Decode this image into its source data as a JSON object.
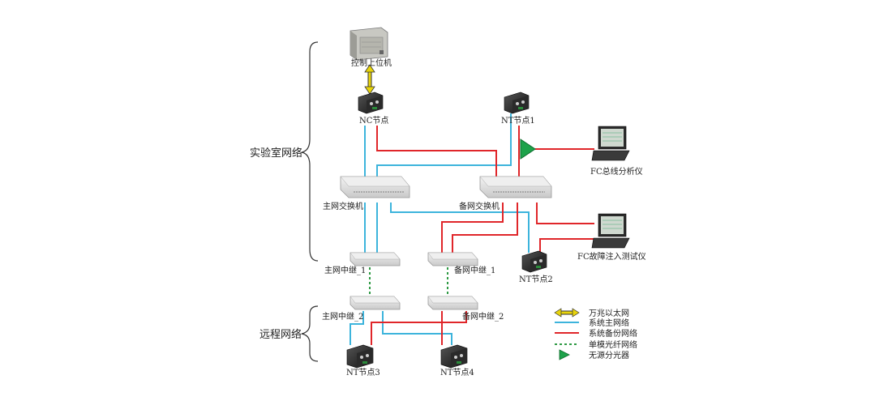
{
  "groups": {
    "lab": "实验室网络",
    "remote": "远程网络"
  },
  "devices": {
    "host": "控制上位机",
    "nc_node": "NC节点",
    "nt_node1": "NT节点1",
    "fc_analyzer": "FC总线分析仪",
    "main_switch": "主网交换机",
    "backup_switch": "备网交换机",
    "fc_injector": "FC故障注入测试仪",
    "main_relay1": "主网中继_1",
    "backup_relay1": "备网中继_1",
    "nt_node2": "NT节点2",
    "main_relay2": "主网中继_2",
    "backup_relay2": "备网中继_2",
    "nt_node3": "NT节点3",
    "nt_node4": "NT节点4"
  },
  "legend": [
    {
      "label": "万兆以太网",
      "kind": "ethernet"
    },
    {
      "label": "系统主网络",
      "kind": "main"
    },
    {
      "label": "系统备份网络",
      "kind": "backup"
    },
    {
      "label": "单模光纤网络",
      "kind": "fiber"
    },
    {
      "label": "无源分光器",
      "kind": "splitter"
    }
  ],
  "colors": {
    "main": "#3db4dc",
    "backup": "#e0262a",
    "fiber": "#2e9a44",
    "ethernet": "#e8d40c",
    "splitter": "#1da24a"
  }
}
